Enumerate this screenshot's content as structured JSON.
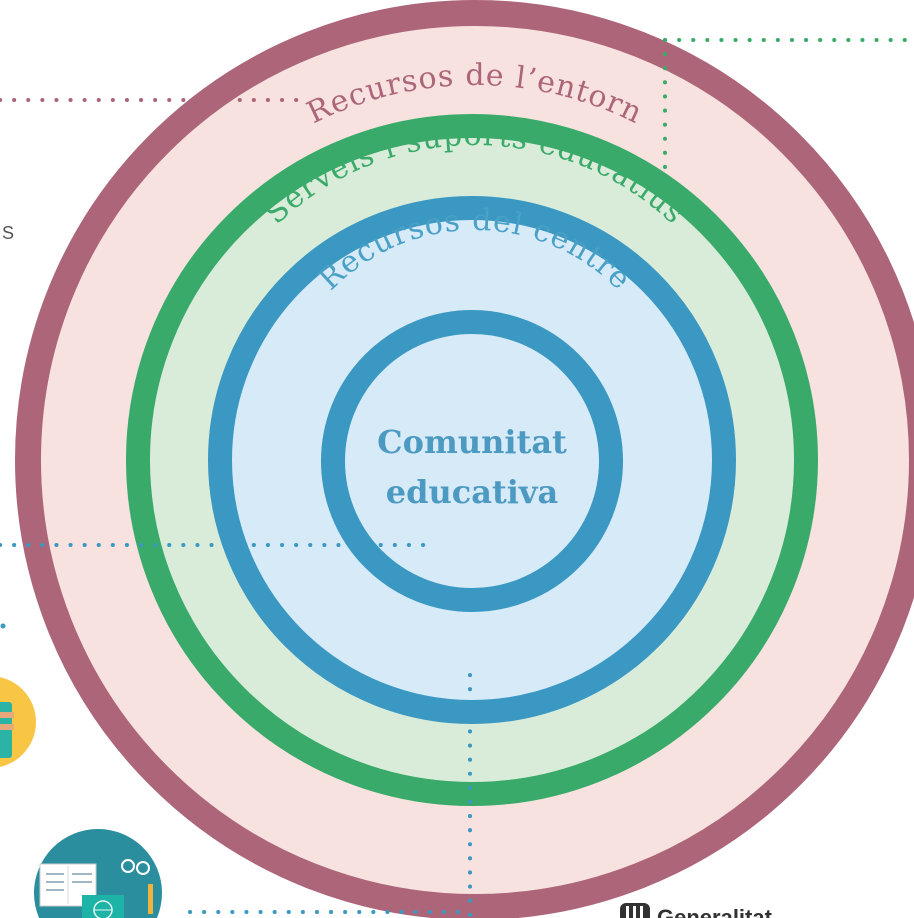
{
  "rings": {
    "outer": {
      "label": "Recursos de l’entorn",
      "stroke": "#ad6679",
      "fill": "#f7e2df",
      "text_color": "#ad6679"
    },
    "middle": {
      "label": "Serveis i suports educatius",
      "stroke": "#3aaa6a",
      "fill": "#d9ecd9",
      "text_color": "#3aaa6a"
    },
    "inner": {
      "label": "Recursos del centre",
      "stroke": "#3a98c2",
      "fill": "#d6eaf8",
      "text_color": "#4aa0c6"
    },
    "core": {
      "stroke": "#3a98c2",
      "fill": "#d6eaf8"
    }
  },
  "center": {
    "line1": "Comunitat",
    "line2": "educativa",
    "color": "#4c9ac2"
  },
  "edge_fragment": "S",
  "logo": {
    "text": "Generalitat",
    "icon": "generalitat-shield-icon"
  },
  "connector_colors": {
    "mauve": "#ad6679",
    "green": "#3aaa6a",
    "blue": "#3a98c2"
  },
  "illustration_icons": [
    "reading-person-icon",
    "classroom-icon"
  ]
}
